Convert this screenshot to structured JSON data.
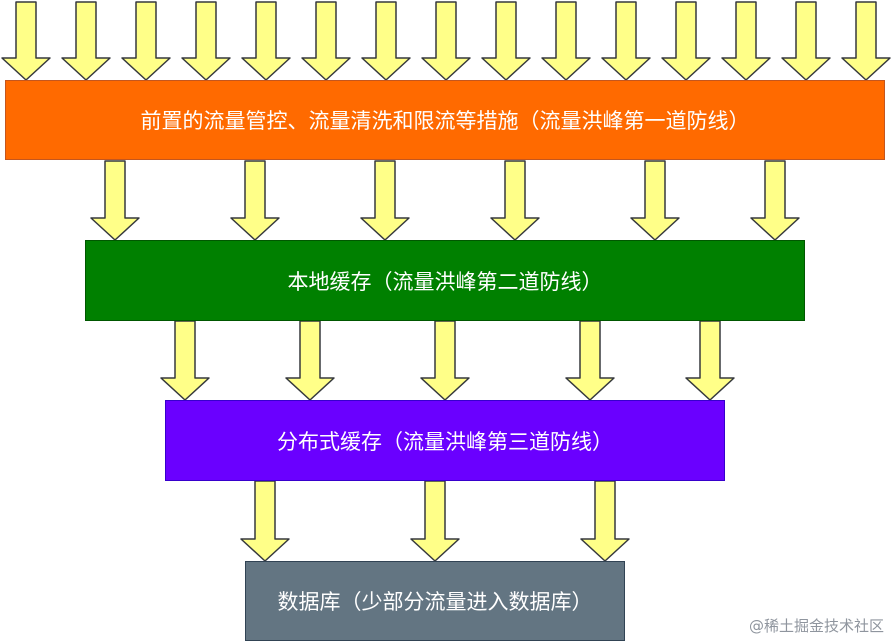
{
  "layers": [
    {
      "label": "前置的流量管控、流量清洗和限流等措施（流量洪峰第一道防线）"
    },
    {
      "label": "本地缓存（流量洪峰第二道防线）"
    },
    {
      "label": "分布式缓存（流量洪峰第三道防线）"
    },
    {
      "label": "数据库（少部分流量进入数据库）"
    }
  ],
  "arrow_counts": [
    15,
    6,
    5,
    3
  ],
  "colors": {
    "arrow_fill": "#ffff88",
    "arrow_stroke": "#36393d",
    "layer_1": "#ff6a00",
    "layer_2": "#008000",
    "layer_3": "#6a00ff",
    "layer_4": "#637582"
  },
  "watermark": "@稀土掘金技术社区"
}
